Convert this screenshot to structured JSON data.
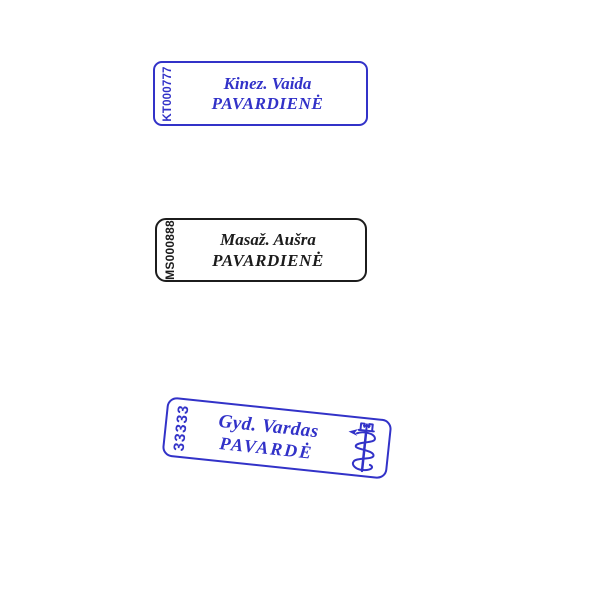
{
  "canvas": {
    "background": "#ffffff"
  },
  "stamps": [
    {
      "name": "kinesitherapist-stamp",
      "code": "KT000777",
      "line1": "Kinez. Vaida",
      "line2": "PAVARDIENĖ",
      "color": "#3232c8",
      "rotation_deg": 0
    },
    {
      "name": "masseur-stamp",
      "code": "MS000888",
      "line1": "Masaž. Aušra",
      "line2": "PAVARDIENĖ",
      "color": "#1c1c1c",
      "rotation_deg": 0
    },
    {
      "name": "doctor-stamp",
      "code": "33333",
      "line1": "Gyd. Vardas",
      "line2": "PAVARDĖ",
      "color": "#3232c8",
      "icon": "asclepius-staff-icon",
      "rotation_deg": 6
    }
  ]
}
